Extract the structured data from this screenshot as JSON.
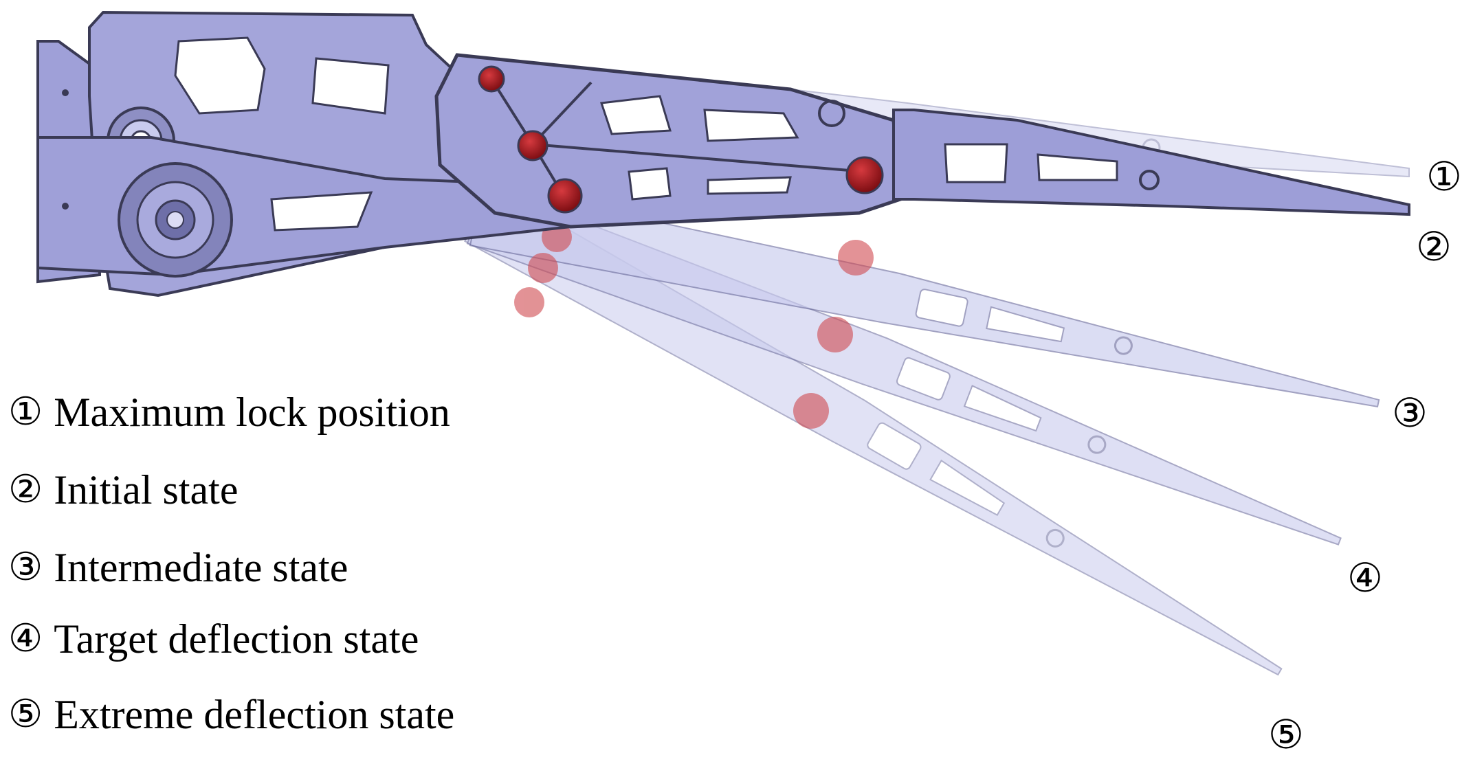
{
  "diagram": {
    "legend": [
      {
        "num": "①",
        "text": "Maximum lock position"
      },
      {
        "num": "②",
        "text": "Initial state"
      },
      {
        "num": "③",
        "text": "Intermediate state"
      },
      {
        "num": "④",
        "text": "Target deflection state"
      },
      {
        "num": "⑤",
        "text": "Extreme deflection state"
      }
    ],
    "state_labels": [
      "①",
      "②",
      "③",
      "④",
      "⑤"
    ],
    "colors": {
      "body_fill": "#9fa0d8",
      "body_stroke": "#3a3a55",
      "joint_red": "#a3121a",
      "ghost_fill": "#c7c8ec"
    }
  }
}
